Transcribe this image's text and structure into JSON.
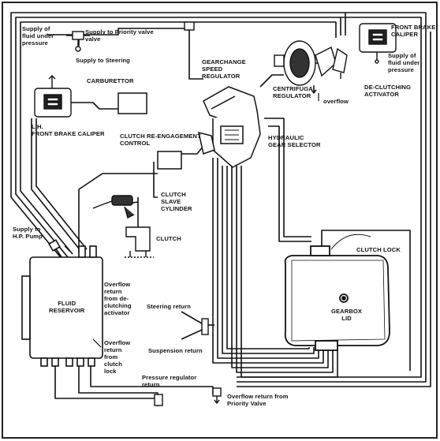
{
  "labels": {
    "supply_fluid_under_pressure": "Supply of\nfluid under\npressure",
    "supply_priority_valve": "Supply to Priority valve\nvalve",
    "supply_steering": "Supply to Steering",
    "carburettor": "CARBURETTOR",
    "lh_front_brake_caliper": "L.H.\nFRONT BRAKE CALIPER",
    "gearchange_speed_regulator": "GEARCHANGE\nSPEED\nREGULATOR",
    "centrifugal_regulator": "CENTRIFUGAL\nREGULATOR",
    "overflow": "overflow",
    "de_clutching_activator": "DE-CLUTCHING\nACTIVATOR",
    "front_brake_caliper_right": "FRONT BRAKE\nCALIPER",
    "supply_fluid_under_pressure_right": "Supply of\nfluid under\npressure",
    "clutch_reengagement_control": "CLUTCH RE-ENGAGEMENT\nCONTROL",
    "hydraulic_gear_selector": "HYDRAULIC\nGEAR SELECTOR",
    "clutch_slave_cylinder": "CLUTCH\nSLAVE\nCYLINDER",
    "clutch": "CLUTCH",
    "supply_hp_pump": "Supply to\nH.P. Pump",
    "fluid_reservoir": "FLUID\nRESERVOIR",
    "overflow_return_declutching": "Overflow\nreturn\nfrom de-\nclutching\nactivator",
    "overflow_return_clutch_lock": "Overflow\nreturn\nfrom\nclutch\nlock",
    "clutch_lock": "CLUTCH LOCK",
    "gearbox_lid": "GEARBOX\nLID",
    "steering_return": "Steering return",
    "suspension_return": "Suspension return",
    "pressure_regulator_return": "Pressure regulator\nreturn",
    "overflow_return_priority_valve": "Overflow return from\nPriority Valve"
  }
}
